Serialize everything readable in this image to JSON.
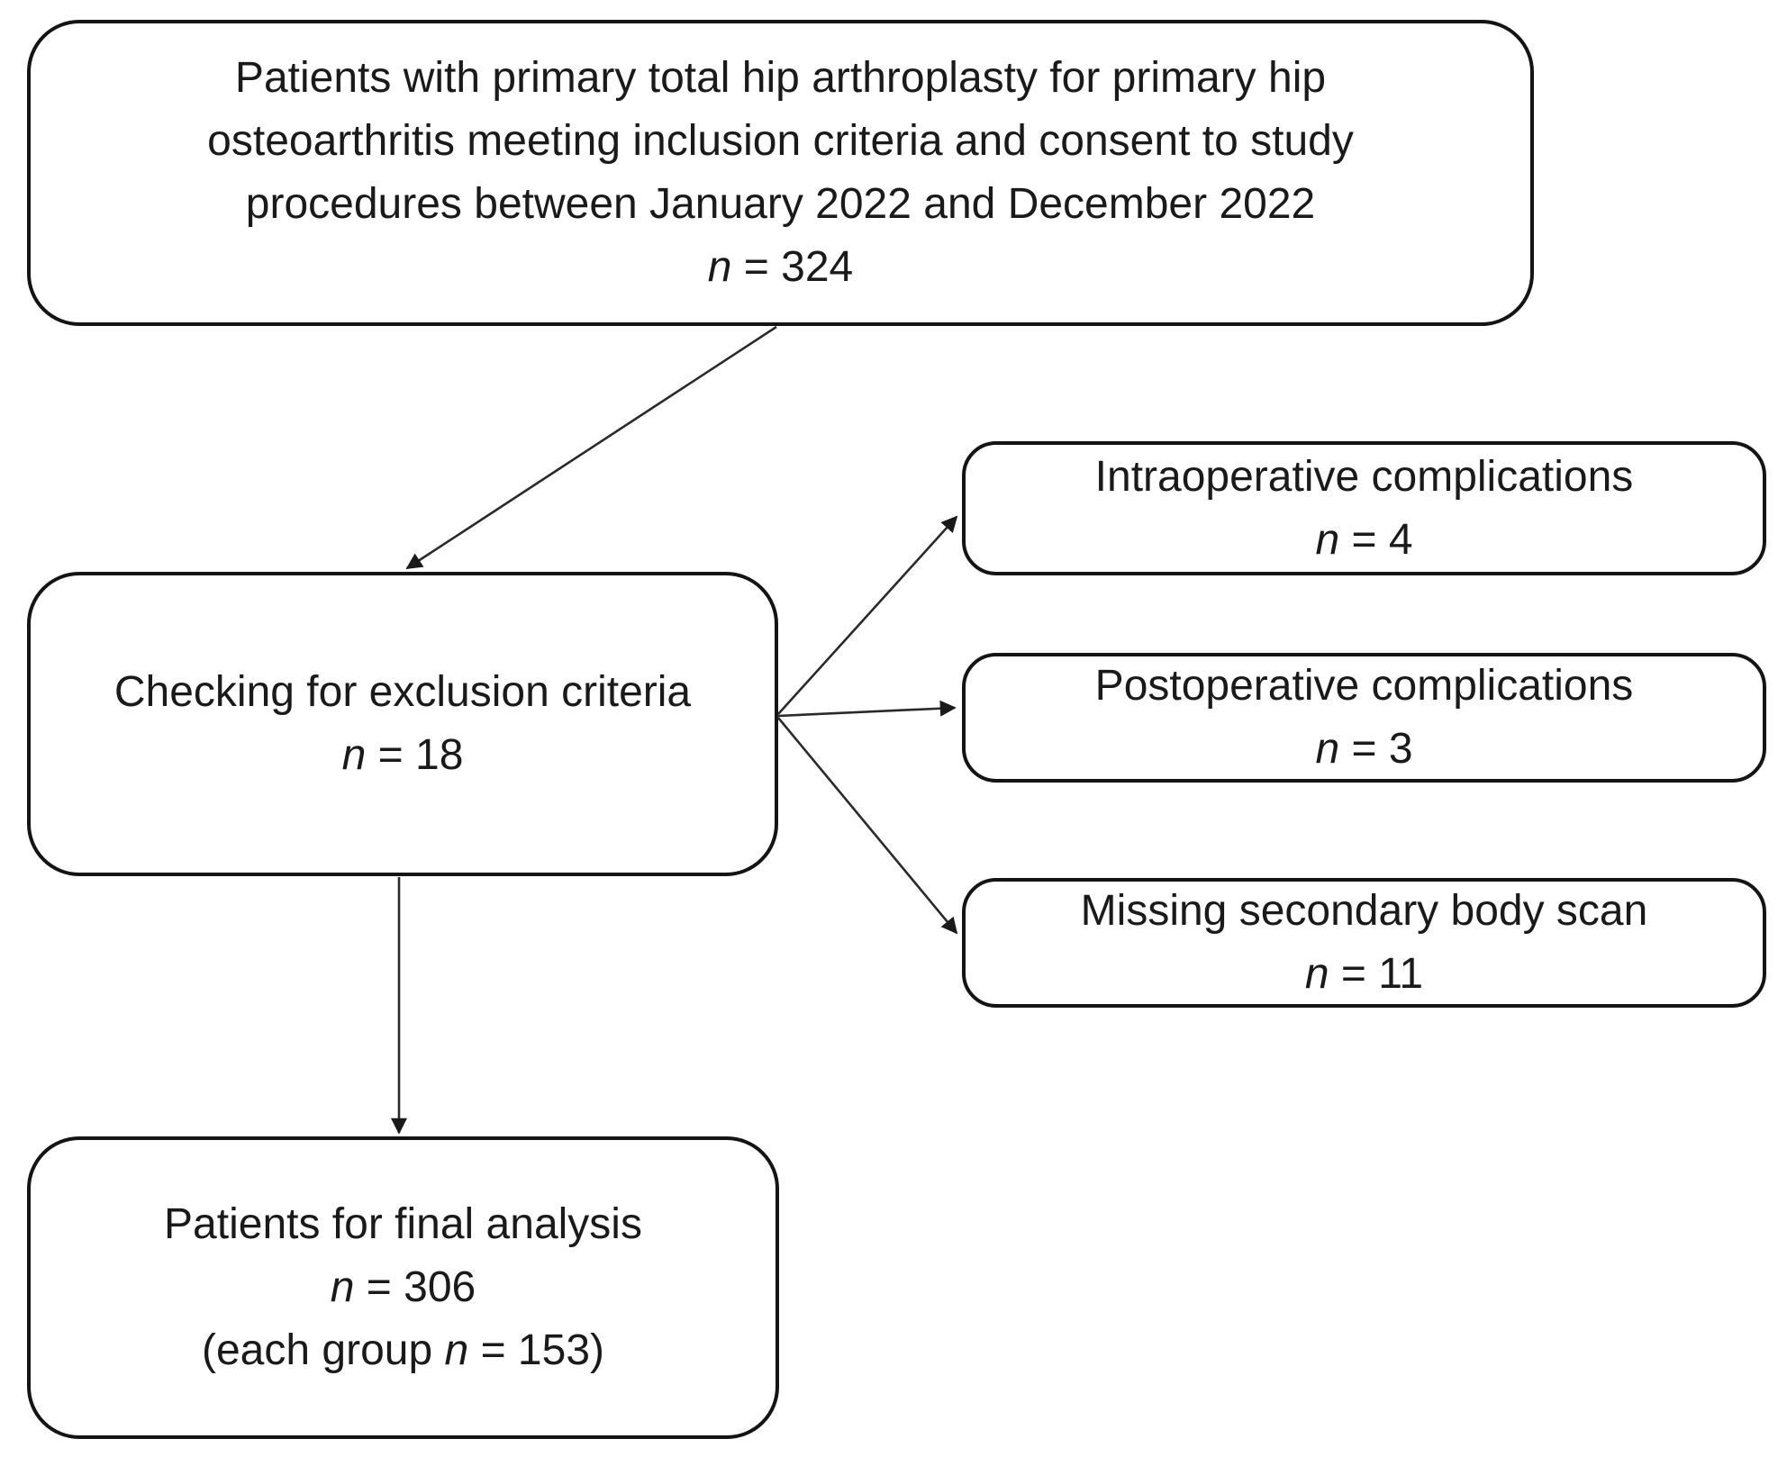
{
  "figure": {
    "background_color": "#ffffff",
    "box_border_color": "#141414",
    "text_color": "#1a1a1a",
    "boxes": {
      "enrollment": {
        "line1": "Patients with primary total hip arthroplasty for primary hip",
        "line2": "osteoarthritis meeting inclusion criteria and consent to study",
        "line3": "procedures between January 2022 and December 2022",
        "n_italic": "n",
        "n_rest": "= 324"
      },
      "exclusion": {
        "line1": "Checking for exclusion criteria",
        "n_italic": "n",
        "n_rest": "= 18"
      },
      "intraoperative": {
        "line1": "Intraoperative complications",
        "n_italic": "n",
        "n_rest": "= 4"
      },
      "postoperative": {
        "line1": "Postoperative complications",
        "n_italic": "n",
        "n_rest": "= 3"
      },
      "missing_scan": {
        "line1": "Missing secondary body scan",
        "n_italic": "n",
        "n_rest": "= 11"
      },
      "final_analysis": {
        "line1": "Patients for final analysis",
        "n_italic": "n",
        "n_rest": "= 306",
        "line3_pre": "(each group",
        "line3_n": "n",
        "line3_post": "= 153)"
      }
    }
  }
}
